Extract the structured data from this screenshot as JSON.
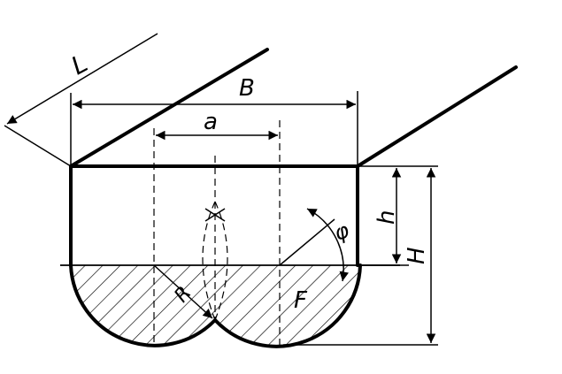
{
  "labels": {
    "L": "L",
    "B": "B",
    "a": "a",
    "h": "h",
    "H": "H",
    "R": "R",
    "F": "F",
    "phi": "φ"
  }
}
